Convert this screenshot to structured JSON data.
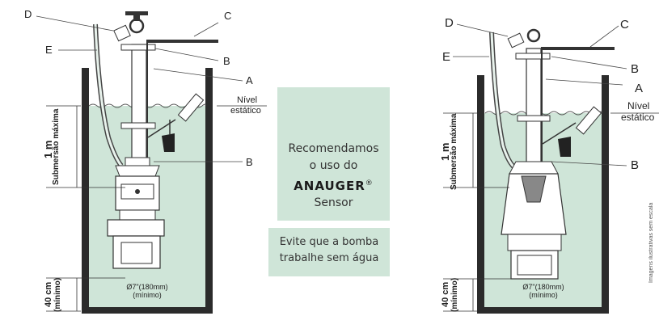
{
  "left_diagram": {
    "callouts": {
      "d": "D",
      "c": "C",
      "e": "E",
      "b_top": "B",
      "a": "A",
      "b_mid": "B"
    },
    "nivel_line1": "Nível",
    "nivel_line2": "estático",
    "depth_value": "1 m",
    "depth_caption": "Submersão máxima",
    "bottom_value": "40 cm",
    "bottom_caption": "(mínimo)",
    "diameter": "Ø7\"(180mm)",
    "diameter_caption": "(mínimo)"
  },
  "right_diagram": {
    "callouts": {
      "d": "D",
      "c": "C",
      "e": "E",
      "b_top": "B",
      "a": "A",
      "b_mid": "B"
    },
    "nivel_line1": "Nível",
    "nivel_line2": "estático",
    "depth_value": "1 m",
    "depth_caption": "Submersão máxima",
    "bottom_value": "40 cm",
    "bottom_caption": "(mínimo)",
    "diameter": "Ø7\"(180mm)",
    "diameter_caption": "(mínimo)",
    "side_note": "Imagens ilustrativas sem escala"
  },
  "warning_box": {
    "line1": "Recomendamos",
    "line2": "o uso do",
    "brand": "ANAUGER",
    "trademark": "®",
    "line4": "Sensor"
  },
  "tip_box": {
    "line1": "Evite que a bomba",
    "line2": "trabalhe sem água"
  },
  "colors": {
    "water": "#cfe5d8",
    "ink": "#222222",
    "box": "#cfe5d8"
  }
}
